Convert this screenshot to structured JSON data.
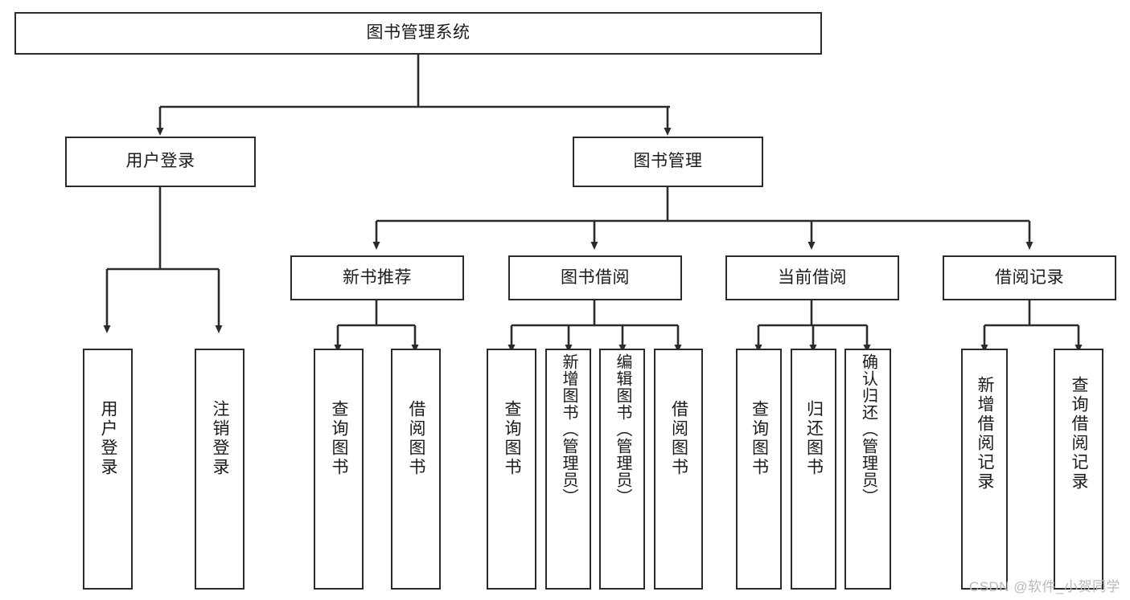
{
  "diagram": {
    "title": "图书管理系统",
    "type": "tree-hierarchy-diagram",
    "colors": {
      "stroke": "#2b2b2b",
      "fill": "#ffffff",
      "text": "#1b1b1b",
      "watermark": "#b9b9b9"
    },
    "nodes": {
      "root": {
        "label": "图书管理系统"
      },
      "level2": [
        {
          "id": "user-login",
          "label": "用户登录"
        },
        {
          "id": "book-manage",
          "label": "图书管理"
        }
      ],
      "level3": [
        {
          "id": "new-book-recommend",
          "label": "新书推荐"
        },
        {
          "id": "book-borrow",
          "label": "图书借阅"
        },
        {
          "id": "current-borrow",
          "label": "当前借阅"
        },
        {
          "id": "borrow-record",
          "label": "借阅记录"
        }
      ],
      "leaves": {
        "user_login": [
          {
            "id": "leaf-user-login",
            "label": "用户登录"
          },
          {
            "id": "leaf-logout-login",
            "label": "注销登录"
          }
        ],
        "new_book_recommend": [
          {
            "id": "leaf-query-book-1",
            "label": "查询图书"
          },
          {
            "id": "leaf-borrow-book-1",
            "label": "借阅图书"
          }
        ],
        "book_borrow": [
          {
            "id": "leaf-query-book-2",
            "label": "查询图书"
          },
          {
            "id": "leaf-add-book",
            "label": "新增图书（管理员）"
          },
          {
            "id": "leaf-edit-book",
            "label": "编辑图书（管理员）"
          },
          {
            "id": "leaf-borrow-book-2",
            "label": "借阅图书"
          }
        ],
        "current_borrow": [
          {
            "id": "leaf-query-book-3",
            "label": "查询图书"
          },
          {
            "id": "leaf-return-book",
            "label": "归还图书"
          },
          {
            "id": "leaf-confirm-return",
            "label": "确认归还（管理员）"
          }
        ],
        "borrow_record": [
          {
            "id": "leaf-add-record",
            "label": "新增借阅记录"
          },
          {
            "id": "leaf-query-record",
            "label": "查询借阅记录"
          }
        ]
      }
    },
    "watermark": "CSDN @软件_小贺同学"
  }
}
